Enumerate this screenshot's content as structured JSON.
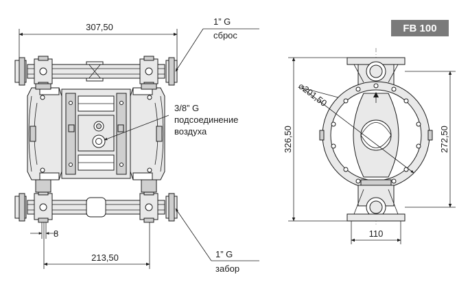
{
  "model_badge": "FB 100",
  "front_view": {
    "dim_overall_width": "307,50",
    "dim_port_center_width": "213,50",
    "dim_flange": "8",
    "outlet_size": "1” G",
    "outlet_name": "сброс",
    "inlet_size": "1” G",
    "inlet_name": "забор",
    "air_size": "3/8” G",
    "air_line1": "подсоединение",
    "air_line2": "воздуха"
  },
  "side_view": {
    "dim_height_overall": "326,50",
    "dim_height_ports": "272,50",
    "dim_base_width": "110",
    "dim_diameter": "201,50",
    "diameter_symbol": "⌀"
  },
  "colors": {
    "badge_bg": "#7a7a7a",
    "line": "#1a1a1a",
    "body_fill": "#e9e9e9",
    "part_fill": "#cfcfcf"
  }
}
